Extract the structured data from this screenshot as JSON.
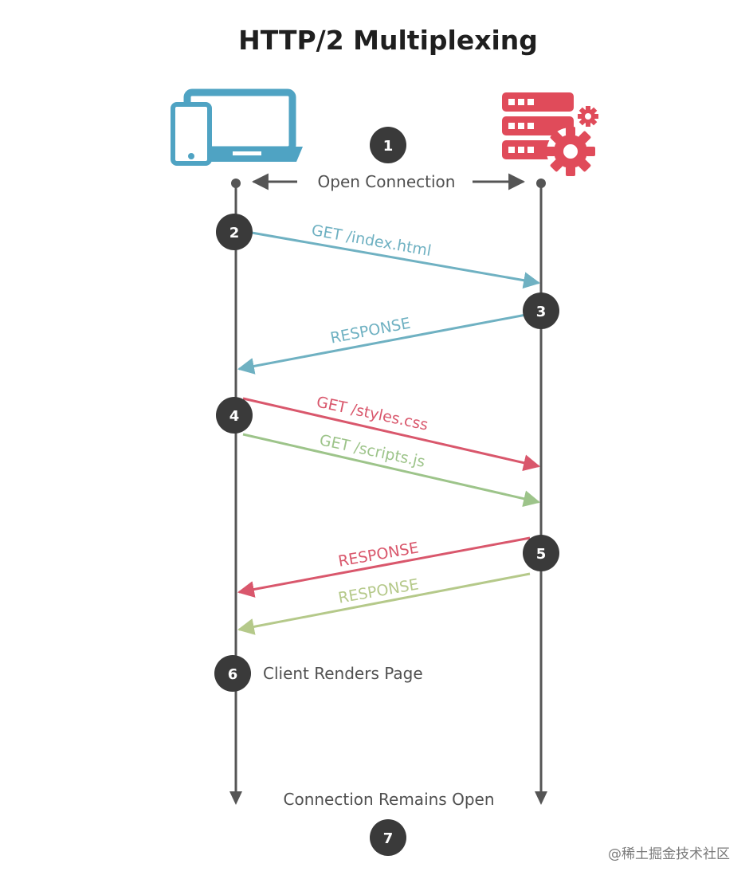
{
  "title": "HTTP/2 Multiplexing",
  "colors": {
    "client": "#4fa3c3",
    "server": "#e04b5a",
    "lifeline": "#555555",
    "step_circle": "#3a3a3a",
    "blue_message": "#6fb1c2",
    "red_message": "#d9576c",
    "green_message": "#9dc48a",
    "olive_message": "#b5c98a"
  },
  "icons": {
    "client": "laptop-tablet-icon",
    "server": "server-gear-icon"
  },
  "steps": {
    "s1": "1",
    "s2": "2",
    "s3": "3",
    "s4": "4",
    "s5": "5",
    "s6": "6",
    "s7": "7"
  },
  "notes": {
    "open_connection": "Open Connection",
    "client_renders": "Client Renders Page",
    "remains_open": "Connection Remains Open"
  },
  "messages": {
    "get_index": "GET /index.html",
    "response_1": "RESPONSE",
    "get_styles": "GET /styles.css",
    "get_scripts": "GET /scripts.js",
    "response_styles": "RESPONSE",
    "response_scripts": "RESPONSE"
  },
  "watermark": "@稀土掘金技术社区"
}
